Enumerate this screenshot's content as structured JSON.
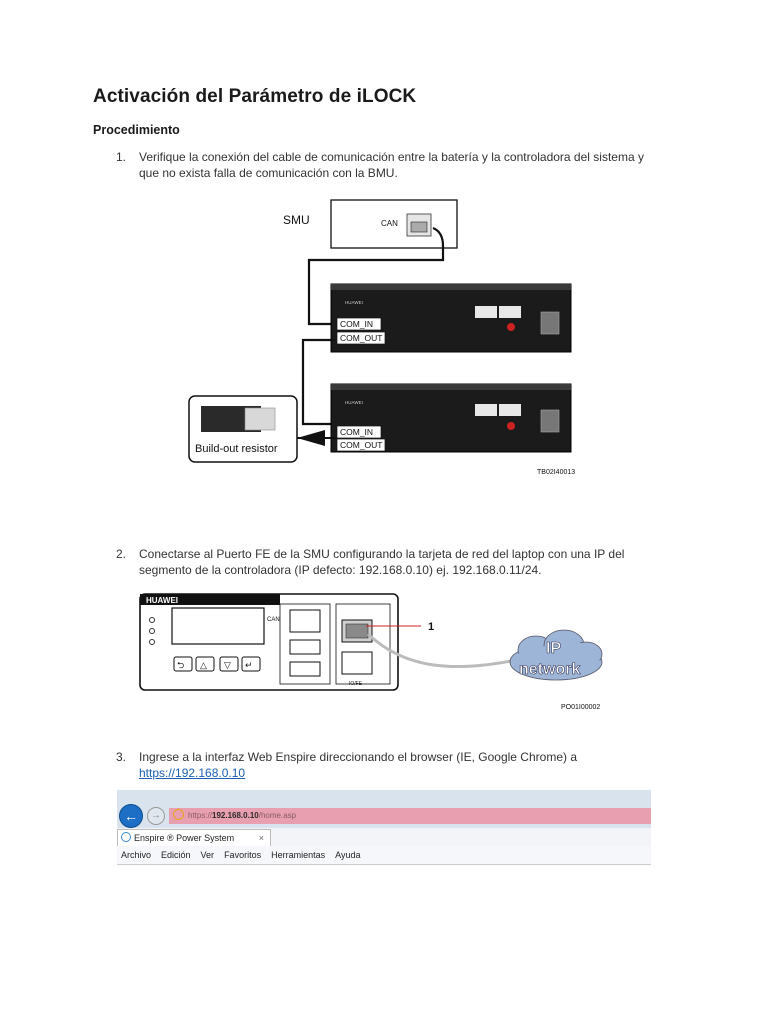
{
  "document": {
    "title": "Activación del Parámetro de iLOCK",
    "subtitle": "Procedimiento",
    "steps": [
      {
        "number": "1.",
        "text": "Verifique la conexión del cable de comunicación  entre la batería y la controladora del sistema y que no exista falla de comunicación con la BMU."
      },
      {
        "number": "2.",
        "text": "Conectarse al Puerto FE de la SMU configurando la tarjeta de red del laptop con una IP del segmento de la controladora (IP defecto: 192.168.0.10) ej. 192.168.0.11/24."
      },
      {
        "number": "3.",
        "text": "Ingrese a la interfaz Web Enspire direccionando el browser (IE, Google Chrome) a",
        "link": "https://192.168.0.10"
      }
    ]
  },
  "figure1": {
    "smu_label": "SMU",
    "can_label": "CAN",
    "com_in_label": "COM_IN",
    "com_out_label": "COM_OUT",
    "brand": "HUAWEI",
    "resistor_label": "Build-out resistor",
    "code": "TB02I40013"
  },
  "figure2": {
    "brand": "HUAWEI",
    "can_label": "CAN",
    "fe_label": "IO/FE",
    "callout": "1",
    "network_line1": "IP",
    "network_line2": "network",
    "code": "PO01I00002"
  },
  "figure3": {
    "url_prefix": "https://",
    "url_host": "192.168.0.10",
    "url_path": "/home.asp",
    "tab_title": "Enspire ® Power System",
    "tab_close": "×",
    "menu": [
      "Archivo",
      "Edición",
      "Ver",
      "Favoritos",
      "Herramientas",
      "Ayuda"
    ]
  },
  "colors": {
    "link": "#1a5fb4",
    "address_bar": "#e8a0b0",
    "back_button": "#1c6fc4",
    "cloud": "#9db5d6"
  }
}
